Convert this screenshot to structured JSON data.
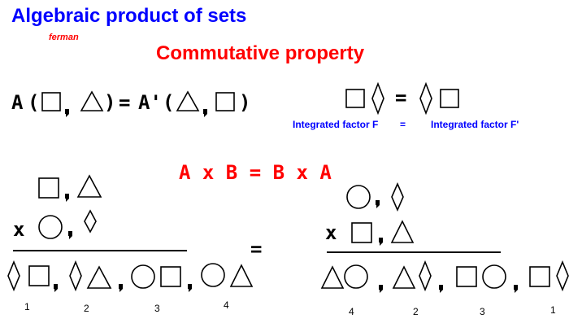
{
  "header": {
    "title": "Algebraic product of sets",
    "author": "ferman",
    "subtitle": "Commutative property"
  },
  "notation": {
    "lhs_A": "A",
    "lhs_paren_open": "(",
    "lhs_paren_close": ")",
    "equals": "=",
    "rhs_A": "A'",
    "rhs_paren_open": "(",
    "rhs_paren_close": ")"
  },
  "factor": {
    "equals": "=",
    "label_left": "Integrated factor  F",
    "label_equals": "=",
    "label_right": "Integrated factor  F'"
  },
  "product_equation": "A x B  =  B x A",
  "left_product": {
    "times": "x",
    "numbers": [
      "1",
      "2",
      "3",
      "4"
    ]
  },
  "between_equals": "=",
  "right_product": {
    "times": "x",
    "numbers": [
      "4",
      "2",
      "3",
      "1"
    ]
  },
  "shape_names": [
    "square",
    "triangle",
    "circle",
    "diamond"
  ],
  "colors": {
    "title": "#0000ff",
    "subtitle": "#ff0000",
    "labels": "#0000ff",
    "shapes": "#000000"
  }
}
